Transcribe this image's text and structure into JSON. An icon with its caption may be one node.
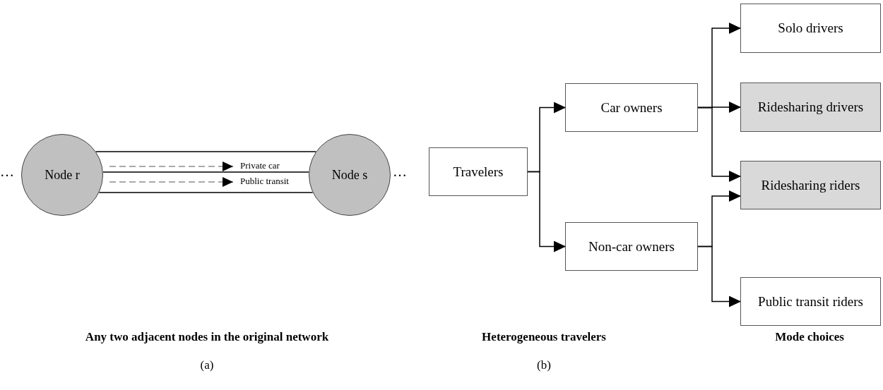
{
  "diagram": {
    "nodes": [
      {
        "text": [
          "Node r"
        ]
      },
      {
        "text": [
          "Node s"
        ]
      },
      {
        "text": [
          "Travelers"
        ]
      },
      {
        "text": [
          "Car owners"
        ]
      },
      {
        "text": [
          "Non-car owners"
        ]
      },
      {
        "text": [
          "Solo drivers"
        ]
      },
      {
        "text": [
          "Ridesharing drivers"
        ]
      },
      {
        "text": [
          "Ridesharing riders"
        ]
      },
      {
        "text": [
          "Public transit riders"
        ]
      }
    ],
    "edges": [
      {
        "from": 0,
        "to": 1,
        "arrow": "none"
      },
      {
        "from": 0,
        "to": 1,
        "arrow": "none"
      },
      {
        "from": 0,
        "to": 1,
        "arrow": "none"
      },
      {
        "from": 2,
        "to": 3,
        "arrow": "to"
      },
      {
        "from": 2,
        "to": 4,
        "arrow": "to"
      },
      {
        "from": 3,
        "to": 5,
        "arrow": "to"
      },
      {
        "from": 3,
        "to": 6,
        "arrow": "to"
      },
      {
        "from": 3,
        "to": 7,
        "arrow": "to"
      },
      {
        "from": 4,
        "to": 7,
        "arrow": "to"
      },
      {
        "from": 4,
        "to": 8,
        "arrow": "to"
      }
    ],
    "labels": [
      "…",
      "Private car",
      "Public transit",
      "…",
      "Any two adjacent nodes in the original network",
      "Heterogeneous travelers",
      "Mode choices",
      "(a)",
      "(b)"
    ]
  }
}
